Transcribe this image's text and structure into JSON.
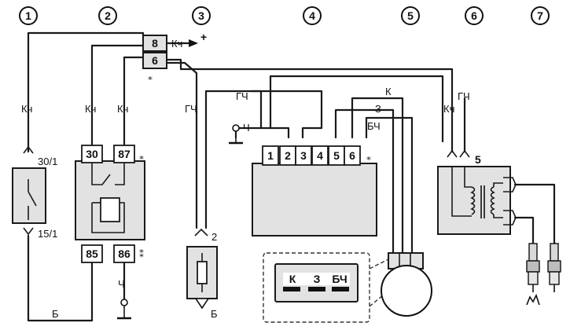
{
  "components": [
    "1",
    "2",
    "3",
    "4",
    "5",
    "6",
    "7"
  ],
  "connector_block": {
    "pin_top": "8",
    "pin_bottom": "6",
    "supply_label": "Кч",
    "supply_sign": "+",
    "mark": "⁎"
  },
  "wire_colors": {
    "w1": "Кч",
    "w2": "Кч",
    "w3": "Кч",
    "w4": "ГЧ",
    "w5": "ГЧ",
    "w6": "К",
    "w7": "З",
    "w8": "БЧ",
    "w9": "Кч",
    "w10": "ГЧ",
    "ground_2": "Ч",
    "ground_4": "Ч",
    "bottom": "Б",
    "sensor_out": "Б"
  },
  "ignition_switch": {
    "top_pin": "30/1",
    "bottom_pin": "15/1"
  },
  "relay": {
    "pins": [
      "30",
      "87",
      "85",
      "86"
    ],
    "mark_87": "⁎",
    "mark_86": "⁑"
  },
  "sensor": {
    "pin": "2"
  },
  "control_unit": {
    "pins": [
      "1",
      "2",
      "3",
      "4",
      "5",
      "6"
    ],
    "mark": "⁎"
  },
  "hall_plug": {
    "labels": [
      "К",
      "З",
      "БЧ"
    ]
  },
  "coil": {
    "pin": "5"
  }
}
